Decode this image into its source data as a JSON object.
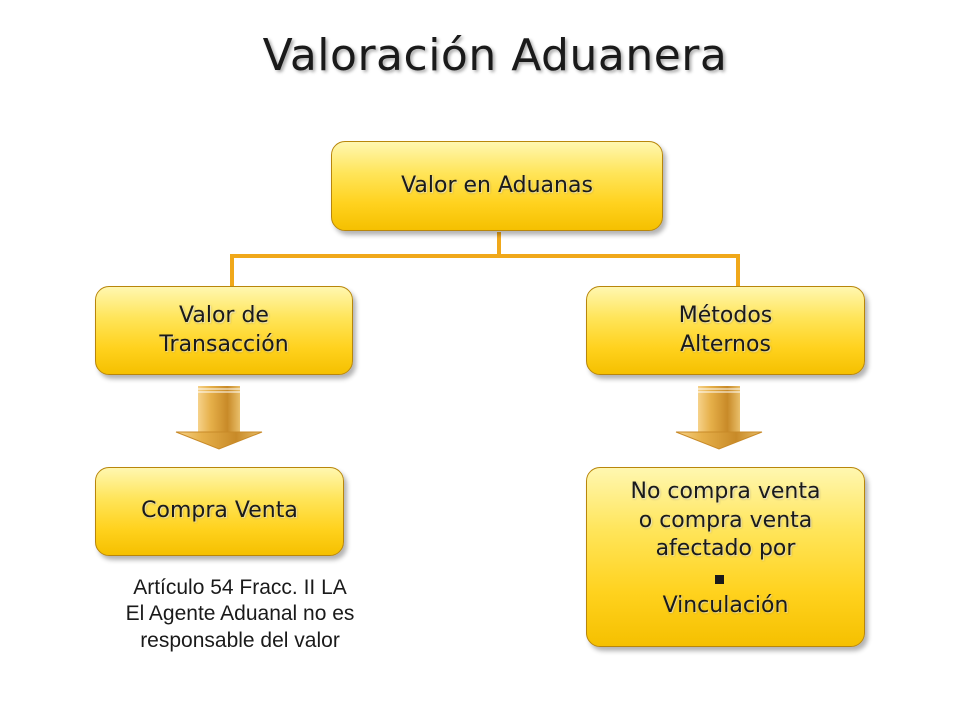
{
  "title": "Valoración Aduanera",
  "root": {
    "label": "Valor en Aduanas"
  },
  "left": {
    "line1": "Valor de",
    "line2": "Transacción"
  },
  "right": {
    "line1": "Métodos",
    "line2": "Alternos"
  },
  "left_result": {
    "label": "Compra Venta"
  },
  "right_result": {
    "lines": [
      "No compra venta",
      "o compra venta",
      "afectado por"
    ],
    "bullet_item": "Vinculación"
  },
  "note": {
    "lines": [
      "Artículo 54 Fracc. II LA",
      "El Agente Aduanal no es",
      "responsable del valor"
    ]
  },
  "colors": {
    "connector": "#f0a81a",
    "box_fill": "#ffd21e",
    "box_border": "#b8860b",
    "arrow": "#d9a040"
  }
}
